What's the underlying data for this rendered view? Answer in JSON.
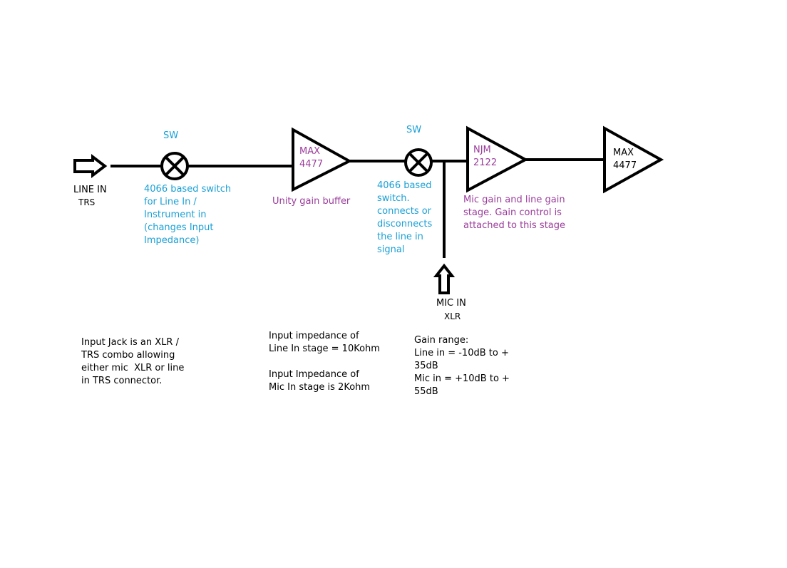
{
  "colors": {
    "wire": "#000000",
    "switch_label": "#1aa0d6",
    "amp_label": "#9b3d9b",
    "note_text": "#000000",
    "background": "#ffffff"
  },
  "inputs": {
    "line_in": {
      "line1": "LINE IN",
      "line2": "TRS",
      "icon": "right-arrow-icon"
    },
    "mic_in": {
      "line1": "MIC IN",
      "line2": "XLR",
      "icon": "up-arrow-icon"
    }
  },
  "switches": [
    {
      "label": "SW",
      "icon": "x-circle-switch-icon",
      "description": "4066 based switch\nfor Line In /\nInstrument in\n(changes Input\nImpedance)"
    },
    {
      "label": "SW",
      "icon": "x-circle-switch-icon",
      "description": "4066 based\nswitch.\nconnects or\ndisconnects\nthe line in\nsignal"
    }
  ],
  "amplifiers": [
    {
      "name": "MAX\n4477",
      "description": "Unity gain buffer",
      "icon": "triangle-amplifier-icon"
    },
    {
      "name": "NJM\n2122",
      "description": "Mic gain and line gain\nstage. Gain control is\nattached to this stage",
      "icon": "triangle-amplifier-icon"
    },
    {
      "name": "MAX\n4477",
      "description": "",
      "icon": "triangle-amplifier-icon"
    }
  ],
  "notes": {
    "jack": "Input Jack is an XLR /\nTRS combo allowing\neither mic  XLR or line\nin TRS connector.",
    "impedance": "Input impedance of\nLine In stage = 10Kohm\n\nInput Impedance of\nMic In stage is 2Kohm",
    "gain": "Gain range:\nLine in = -10dB to +\n35dB\nMic in = +10dB to +\n55dB"
  }
}
